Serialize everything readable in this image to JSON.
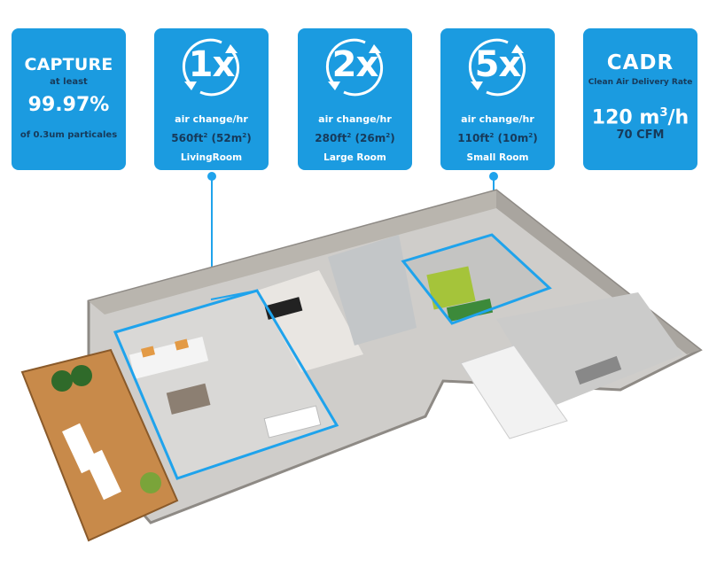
{
  "colors": {
    "box_bg": "#1b9be0",
    "box_text": "#ffffff",
    "box_dark_text": "#173a5a",
    "connector": "#1fa3ec"
  },
  "capture": {
    "title": "CAPTURE",
    "subtitle": "at least",
    "percent": "99.97%",
    "footer": "of 0.3um particales"
  },
  "rooms": [
    {
      "multiplier": "1x",
      "label": "air change/hr",
      "area_ft": "560ft",
      "area_m": "52m",
      "room": "LivingRoom"
    },
    {
      "multiplier": "2x",
      "label": "air change/hr",
      "area_ft": "280ft",
      "area_m": "26m",
      "room": "Large Room"
    },
    {
      "multiplier": "5x",
      "label": "air change/hr",
      "area_ft": "110ft",
      "area_m": "10m",
      "room": "Small Room"
    }
  ],
  "cadr": {
    "title": "CADR",
    "subtitle": "Clean Air Delivery Rate",
    "value": "120 m",
    "value_unit": "/h",
    "cfm": "70 CFM"
  },
  "floorplan": {
    "description": "3D isometric apartment floor plan with terrace, living room, kitchen, bathroom, bedroom and office",
    "highlighted_zones": [
      "living-room-zone",
      "bedroom-zone"
    ]
  }
}
